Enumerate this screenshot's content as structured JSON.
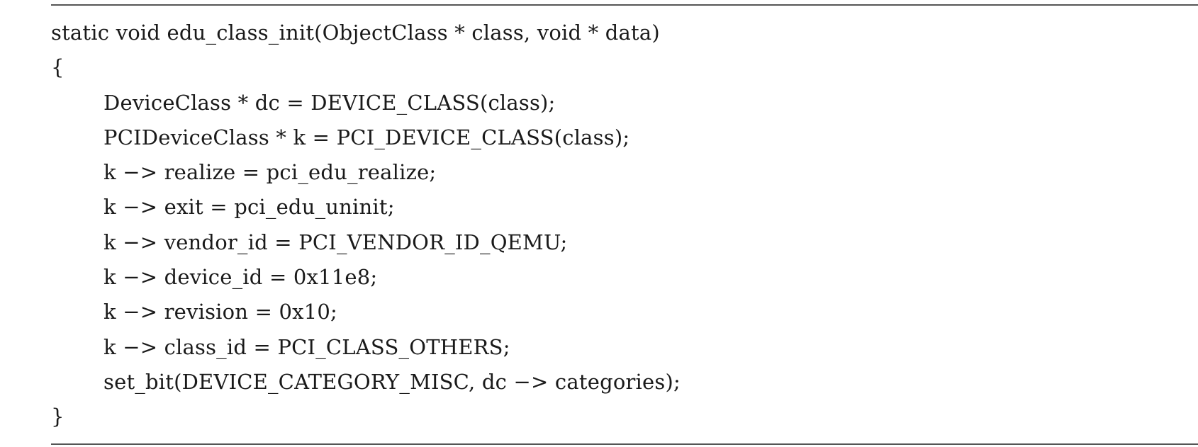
{
  "code_listing": {
    "lines": [
      {
        "text": "static void edu_class_init(ObjectClass * class, void * data)",
        "indent": 0
      },
      {
        "text": "{",
        "indent": 0
      },
      {
        "text": "DeviceClass * dc = DEVICE_CLASS(class);",
        "indent": 1
      },
      {
        "text": "PCIDeviceClass * k = PCI_DEVICE_CLASS(class);",
        "indent": 1
      },
      {
        "text": "k −> realize = pci_edu_realize;",
        "indent": 1
      },
      {
        "text": "k −> exit = pci_edu_uninit;",
        "indent": 1
      },
      {
        "text": "k −> vendor_id = PCI_VENDOR_ID_QEMU;",
        "indent": 1
      },
      {
        "text": "k −> device_id = 0x11e8;",
        "indent": 1
      },
      {
        "text": "k −> revision = 0x10;",
        "indent": 1
      },
      {
        "text": "k −> class_id = PCI_CLASS_OTHERS;",
        "indent": 1
      },
      {
        "text": "set_bit(DEVICE_CATEGORY_MISC, dc −> categories);",
        "indent": 1
      },
      {
        "text": "}",
        "indent": 0
      }
    ]
  }
}
